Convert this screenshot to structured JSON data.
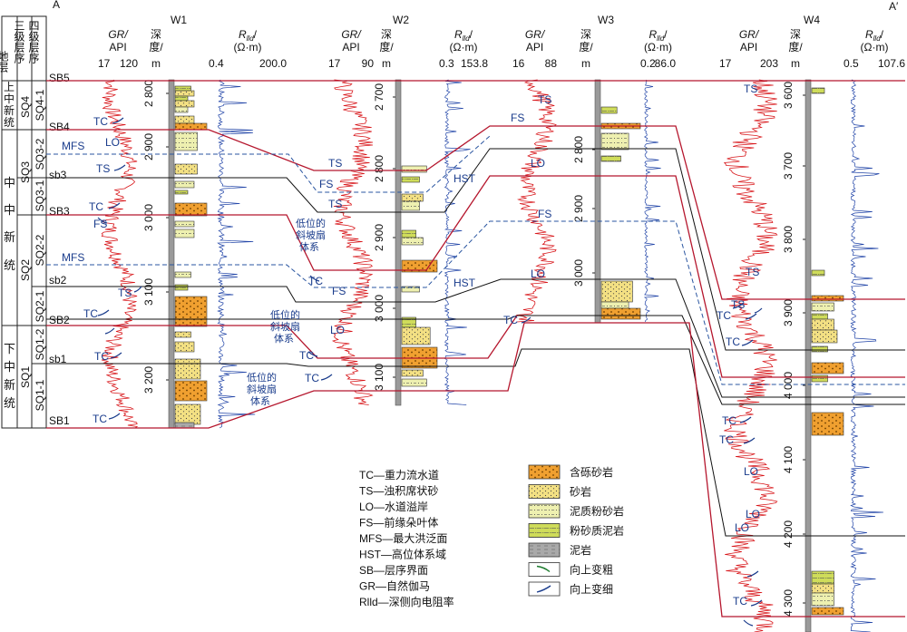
{
  "section_ends": {
    "left": "A",
    "right": "A′"
  },
  "column_headers": {
    "stratum": "地层",
    "third_order": "三级层序",
    "fourth_order": "四级层序"
  },
  "wells": [
    {
      "name": "W1",
      "gr_min": "17",
      "gr_max": "120",
      "rt_min": "0.4",
      "rt_max": "200.0",
      "depths": [
        "2 800",
        "2 900",
        "3 000",
        "3 100",
        "3 200"
      ]
    },
    {
      "name": "W2",
      "gr_min": "17",
      "gr_max": "90",
      "rt_min": "0.3",
      "rt_max": "153.8",
      "depths": [
        "2 700",
        "2 800",
        "2 900",
        "3 000",
        "3 100"
      ]
    },
    {
      "name": "W3",
      "gr_min": "16",
      "gr_max": "88",
      "rt_min": "0.2",
      "rt_max": "86.0",
      "depths": [
        "2 800",
        "2 900",
        "3 000"
      ]
    },
    {
      "name": "W4",
      "gr_min": "17",
      "gr_max": "203",
      "rt_min": "0.5",
      "rt_max": "107.6",
      "depths": [
        "3 600",
        "3 700",
        "3 800",
        "3 900",
        "4 000",
        "4 100",
        "4 200",
        "4 300"
      ]
    }
  ],
  "track_headers": {
    "gr": "GR/",
    "gr_unit": "API",
    "depth": "深",
    "depth2": "度/",
    "depth_unit": "m",
    "rt": "R",
    "rt_sub": "lld",
    "rt_slash": "/",
    "rt_unit": "(Ω·m)"
  },
  "strata": {
    "upper_1": "上",
    "upper_2": "中",
    "upper_3": "新",
    "upper_4": "统",
    "middle_1": "中",
    "middle_2": "中",
    "middle_3": "新",
    "middle_4": "统",
    "lower_1": "下",
    "lower_2": "中",
    "lower_3": "新",
    "lower_4": "统"
  },
  "third_order": [
    "SQ4",
    "SQ3",
    "SQ2",
    "SQ1"
  ],
  "fourth_order": [
    "SQ4-1",
    "SQ3-2",
    "SQ3-1",
    "SQ2-2",
    "SQ2-1",
    "SQ1-2",
    "SQ1-1"
  ],
  "boundaries": [
    "SB5",
    "SB4",
    "sb3",
    "SB3",
    "sb2",
    "SB2",
    "sb1",
    "SB1"
  ],
  "mfs_label": "MFS",
  "fan_label": {
    "l1": "低位的",
    "l2": "斜坡扇",
    "l3": "体系"
  },
  "facies_labels": {
    "w1": [
      "TC",
      "LO",
      "TS",
      "TC",
      "FS",
      "TS",
      "TC",
      "TC",
      "TC"
    ],
    "w2": [
      "TS",
      "FS",
      "TS",
      "HST",
      "TC",
      "FS",
      "HST",
      "LO",
      "TC",
      "TC"
    ],
    "w3": [
      "TS",
      "FS",
      "LO",
      "FS",
      "LO",
      "TC"
    ],
    "w4": [
      "TS",
      "TS",
      "TS",
      "TC",
      "TC",
      "TC",
      "TC",
      "LO",
      "LO",
      "LO",
      "TC"
    ]
  },
  "legend": {
    "abbr": [
      "TC—重力流水道",
      "TS—浊积席状砂",
      "LO—水道溢岸",
      "FS—前缘朵叶体",
      "MFS—最大洪泛面",
      "HST—高位体系域",
      "SB—层序界面",
      "GR—自然伽马",
      "Rlld—深侧向电阻率"
    ],
    "lith": [
      "含砾砂岩",
      "砂岩",
      "泥质粉砂岩",
      "粉砂质泥岩",
      "泥岩",
      "向上变粗",
      "向上变细"
    ]
  },
  "colors": {
    "boundary_major": "#b5162d",
    "boundary_minor": "#111111",
    "mfs": "#2a55a0",
    "gr_curve": "#d8171b",
    "rt_curve": "#2346a8",
    "sand": "#f0a030",
    "depth_track": "#9a9a9a"
  }
}
